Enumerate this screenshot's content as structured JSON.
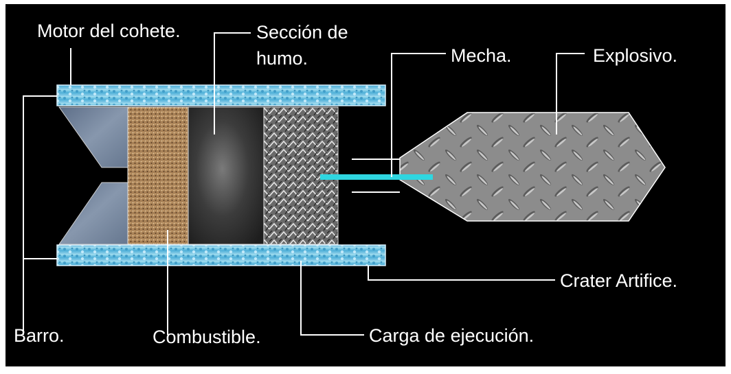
{
  "diagram": {
    "labels": {
      "motor": "Motor del cohete.",
      "seccion_line1": "Sección de",
      "seccion_line2": "humo.",
      "mecha": "Mecha.",
      "explosivo": "Explosivo.",
      "crater": "Crater Artifice.",
      "barro": "Barro.",
      "combustible": "Combustible.",
      "carga": "Carga de ejecución."
    },
    "colors": {
      "background": "#000000",
      "casing": "#5fb8d8",
      "nozzle": "#6f7f96",
      "fuel": "#b08a60",
      "smoke": "#3a3a3a",
      "charge": "#9a9a9a",
      "warhead": "#8e8e8e",
      "fuse": "#2fd6e0",
      "leader_line": "#ffffff"
    }
  }
}
